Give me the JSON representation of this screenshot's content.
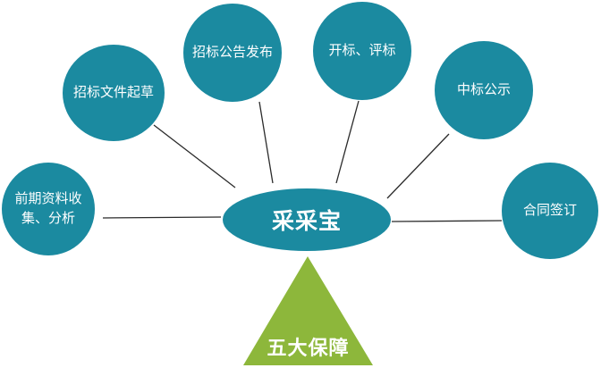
{
  "center": {
    "label": "采采宝"
  },
  "nodes": [
    {
      "label_lines": [
        "前期资料收",
        "集、分析"
      ]
    },
    {
      "label_lines": [
        "招标文件起草"
      ]
    },
    {
      "label_lines": [
        "招标公告发布"
      ]
    },
    {
      "label_lines": [
        "开标、评标"
      ]
    },
    {
      "label_lines": [
        "中标公示"
      ]
    },
    {
      "label_lines": [
        "合同签订"
      ]
    }
  ],
  "base": {
    "label": "五大保障"
  },
  "colors": {
    "node": "#1b8aa0",
    "triangle": "#8db73b",
    "line": "#2b2b2b",
    "text": "#ffffff"
  }
}
